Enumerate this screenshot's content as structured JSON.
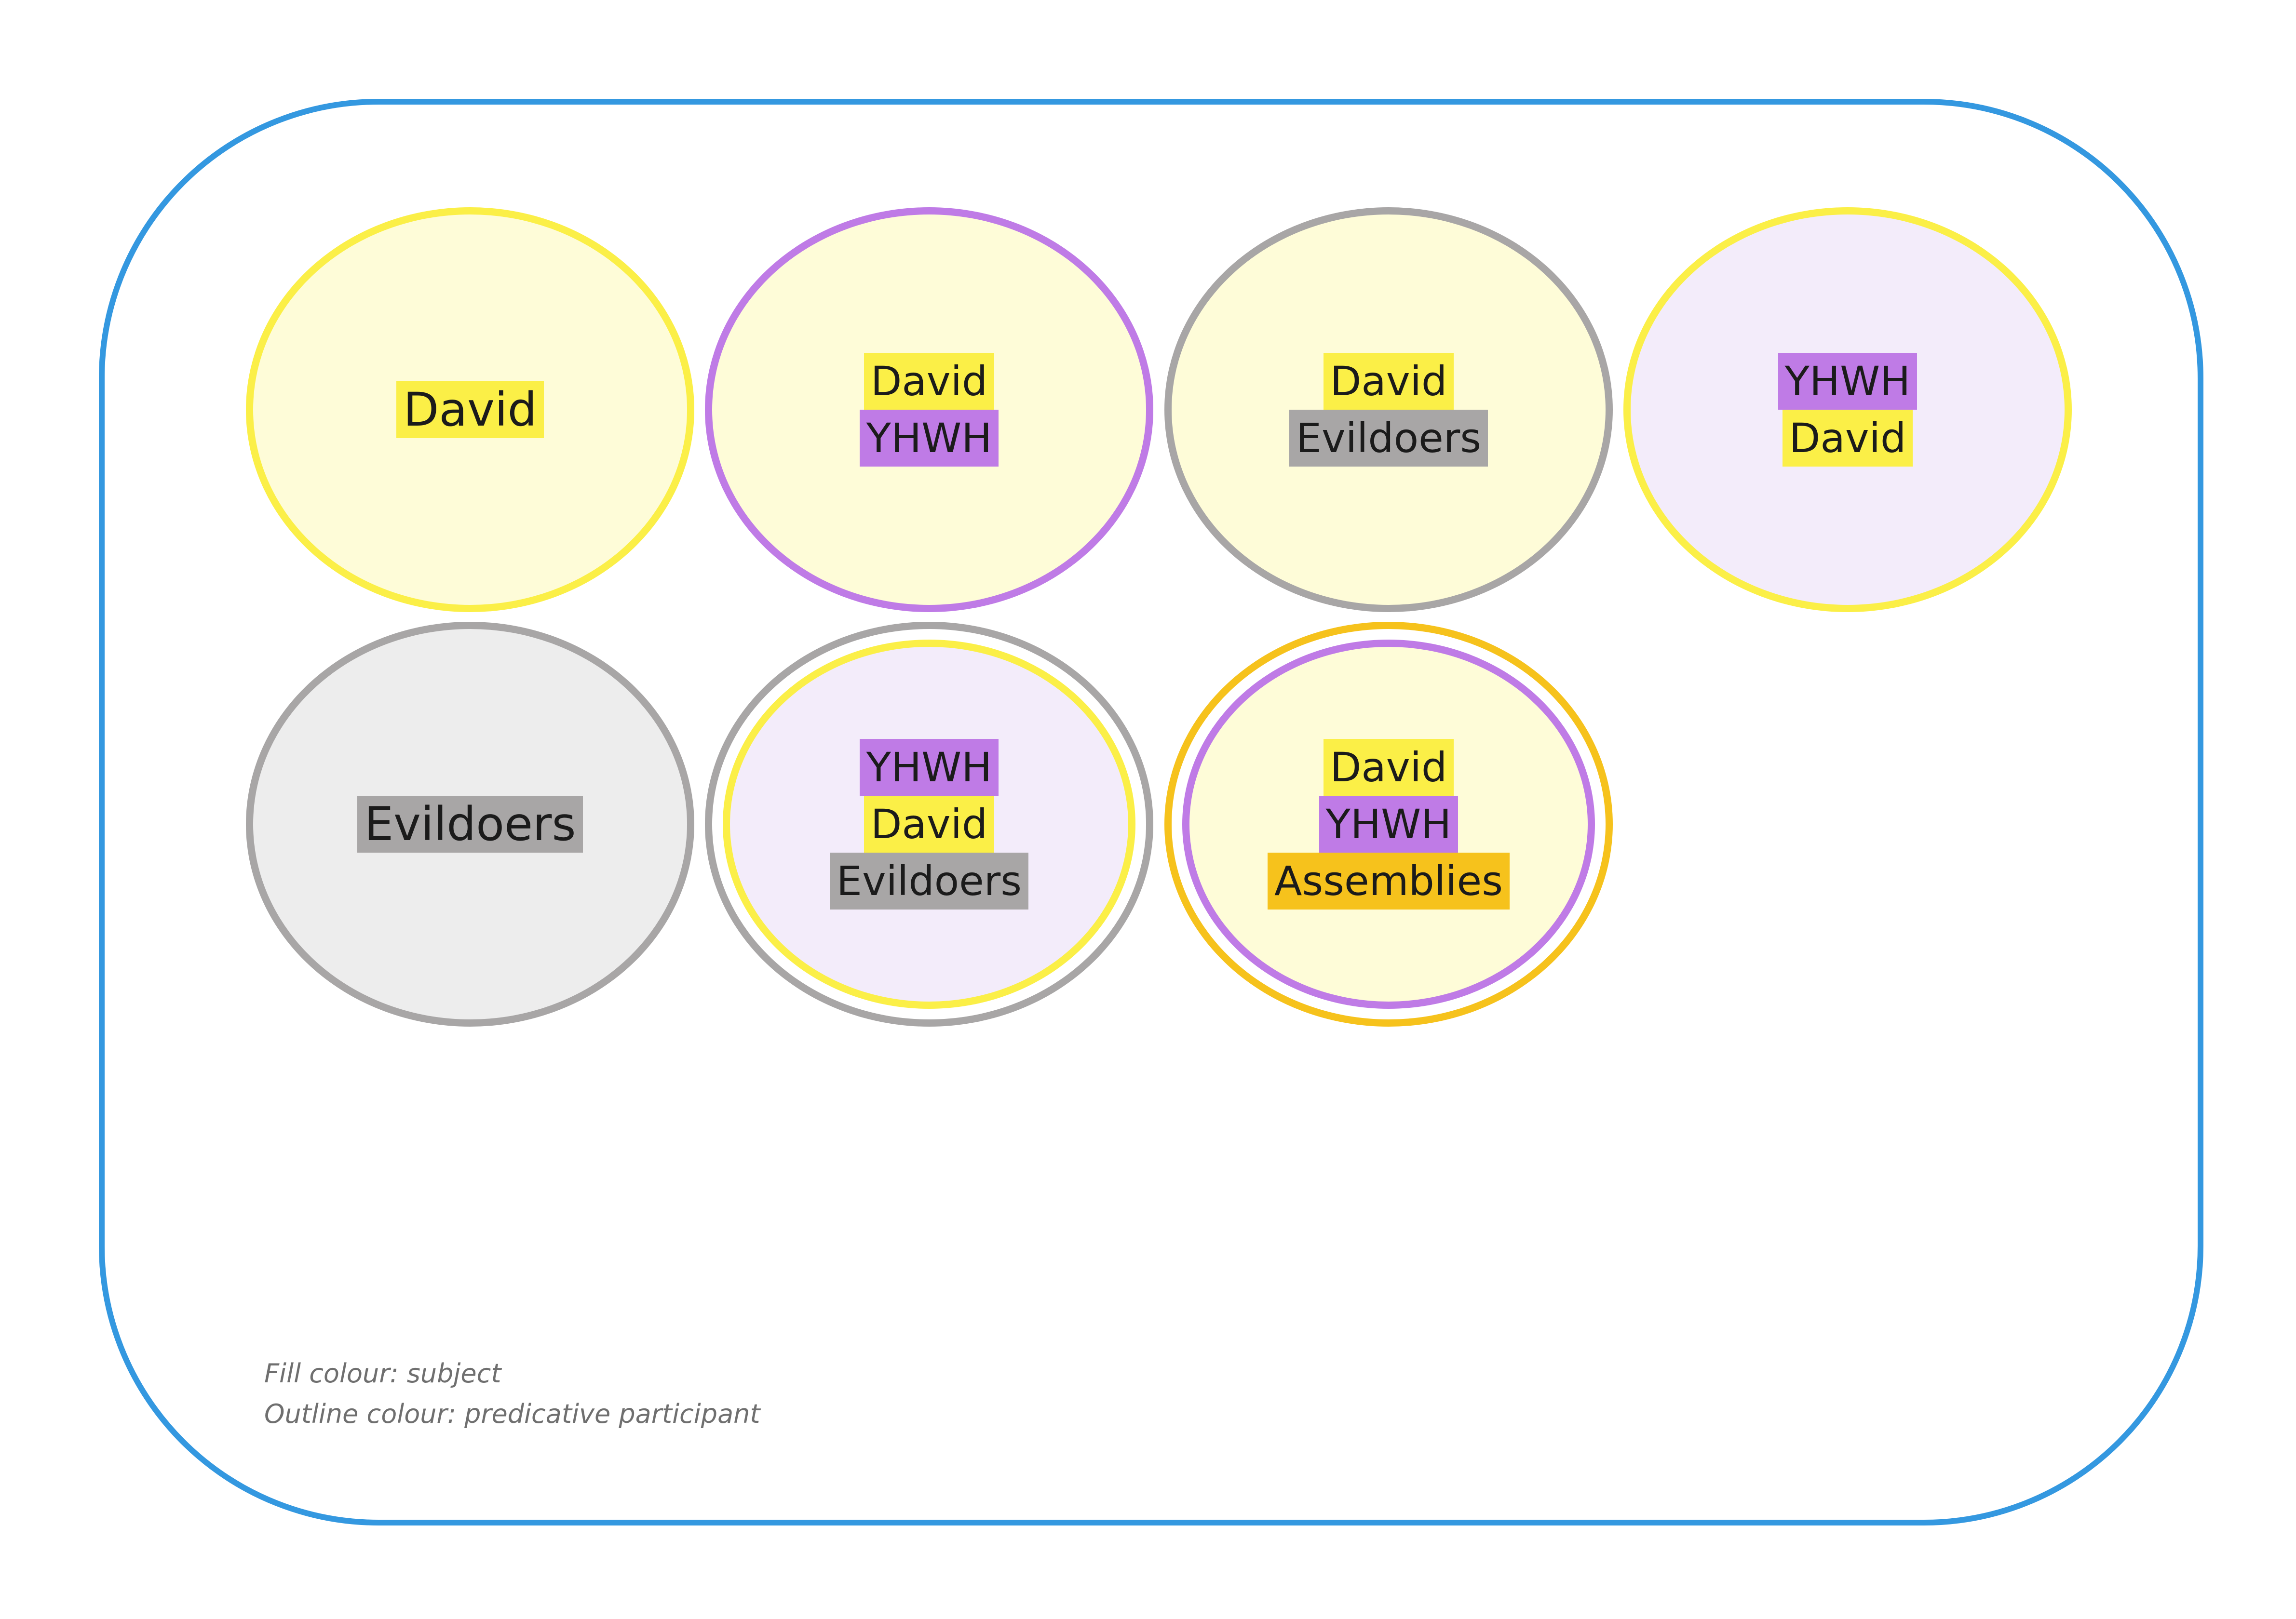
{
  "colors": {
    "frame": "#3498e0",
    "David": "#fbef47",
    "YHWH": "#bf7be6",
    "Evildoers": "#a8a6a6",
    "Assemblies": "#f6c21c"
  },
  "fills": {
    "David": "#fefcd8",
    "YHWH": "#f3ecfa",
    "Evildoers": "#ededed"
  },
  "clauses": [
    {
      "subject": "David",
      "outlines": [
        "David"
      ],
      "participants": [
        "David"
      ]
    },
    {
      "subject": "David",
      "outlines": [
        "YHWH"
      ],
      "participants": [
        "David",
        "YHWH"
      ]
    },
    {
      "subject": "David",
      "outlines": [
        "Evildoers"
      ],
      "participants": [
        "David",
        "Evildoers"
      ]
    },
    {
      "subject": "YHWH",
      "outlines": [
        "David"
      ],
      "participants": [
        "YHWH",
        "David"
      ]
    },
    {
      "subject": "Evildoers",
      "outlines": [
        "Evildoers"
      ],
      "participants": [
        "Evildoers"
      ]
    },
    {
      "subject": "YHWH",
      "outlines": [
        "Evildoers",
        "David"
      ],
      "participants": [
        "YHWH",
        "David",
        "Evildoers"
      ]
    },
    {
      "subject": "David",
      "outlines": [
        "Assemblies",
        "YHWH"
      ],
      "participants": [
        "David",
        "YHWH",
        "Assemblies"
      ]
    }
  ],
  "legend": {
    "fill_line": "Fill colour: subject",
    "outline_line": "Outline colour: predicative participant"
  }
}
